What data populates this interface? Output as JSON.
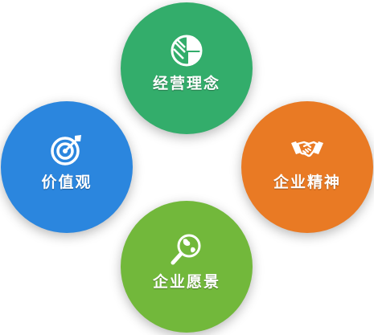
{
  "circles": {
    "top": {
      "label": "经营理念",
      "icon": "pie-chart-icon",
      "color": "#33ad6b"
    },
    "left": {
      "label": "价值观",
      "icon": "target-icon",
      "color": "#2b86de"
    },
    "right": {
      "label": "企业精神",
      "icon": "handshake-icon",
      "color": "#e97a24"
    },
    "bottom": {
      "label": "企业愿景",
      "icon": "globe-search-icon",
      "color": "#72b83b"
    }
  }
}
